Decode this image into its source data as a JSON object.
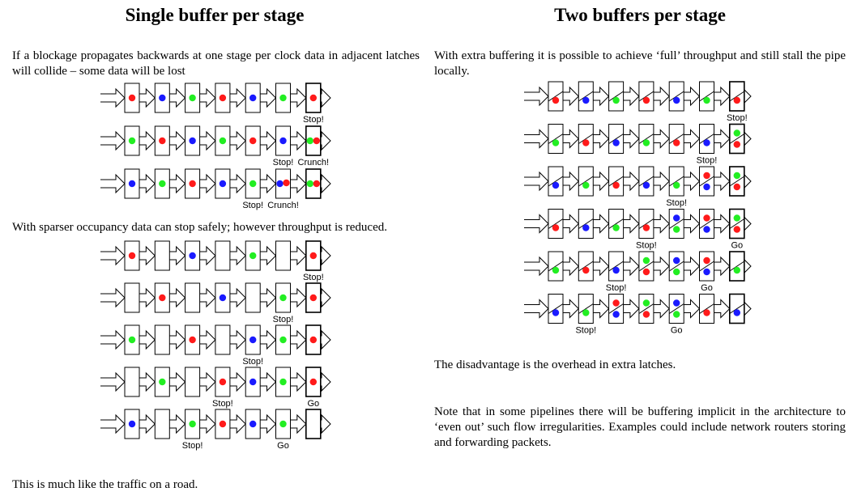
{
  "left": {
    "title": "Single buffer per stage",
    "intro": "If a blockage propagates backwards at one stage per clock data in adjacent latches will collide – some data will be lost",
    "sparse_text": "With sparser occupancy data can stop safely; however throughput is reduced.",
    "footer": "This is much like the traffic on a road."
  },
  "right": {
    "title": "Two buffers per stage",
    "intro": "With extra buffering it is possible to achieve ‘full’ throughput and still stall the pipe locally.",
    "disadvantage": "The disadvantage is the overhead in extra latches.",
    "note": "Note that in some pipelines there will be buffering implicit in the architecture to ‘even out’ such flow irregularities. Examples could include network routers storing and forwarding packets."
  },
  "colors": {
    "red": "#ff1a1a",
    "blue": "#1a1aff",
    "green": "#22ee22"
  },
  "single_collision": [
    {
      "dots": [
        [
          "r"
        ],
        [
          "b"
        ],
        [
          "g"
        ],
        [
          "r"
        ],
        [
          "b"
        ],
        [
          "g"
        ],
        [
          "r"
        ]
      ],
      "labels": [
        {
          "stage": 6,
          "text": "Stop!"
        }
      ]
    },
    {
      "dots": [
        [
          "g"
        ],
        [
          "r"
        ],
        [
          "b"
        ],
        [
          "g"
        ],
        [
          "r"
        ],
        [
          "b"
        ],
        [
          "gr"
        ]
      ],
      "labels": [
        {
          "stage": 5,
          "text": "Stop!"
        },
        {
          "stage": 6,
          "text": "Crunch!"
        }
      ]
    },
    {
      "dots": [
        [
          "b"
        ],
        [
          "g"
        ],
        [
          "r"
        ],
        [
          "b"
        ],
        [
          "g"
        ],
        [
          "br"
        ],
        [
          "gr"
        ]
      ],
      "labels": [
        {
          "stage": 4,
          "text": "Stop!"
        },
        {
          "stage": 5,
          "text": "Crunch!"
        }
      ]
    }
  ],
  "single_sparse": [
    {
      "dots": [
        [
          "r"
        ],
        [],
        [
          "b"
        ],
        [],
        [
          "g"
        ],
        [],
        [
          "r"
        ]
      ],
      "labels": [
        {
          "stage": 6,
          "text": "Stop!"
        }
      ]
    },
    {
      "dots": [
        [],
        [
          "r"
        ],
        [],
        [
          "b"
        ],
        [],
        [
          "g"
        ],
        [
          "r"
        ]
      ],
      "labels": [
        {
          "stage": 5,
          "text": "Stop!"
        }
      ]
    },
    {
      "dots": [
        [
          "g"
        ],
        [],
        [
          "r"
        ],
        [],
        [
          "b"
        ],
        [
          "g"
        ],
        [
          "r"
        ]
      ],
      "labels": [
        {
          "stage": 4,
          "text": "Stop!"
        }
      ]
    },
    {
      "dots": [
        [],
        [
          "g"
        ],
        [],
        [
          "r"
        ],
        [
          "b"
        ],
        [
          "g"
        ],
        [
          "r"
        ]
      ],
      "labels": [
        {
          "stage": 3,
          "text": "Stop!"
        },
        {
          "stage": 6,
          "text": "Go"
        }
      ]
    },
    {
      "dots": [
        [
          "b"
        ],
        [],
        [
          "g"
        ],
        [
          "r"
        ],
        [
          "b"
        ],
        [
          "g"
        ],
        []
      ],
      "labels": [
        {
          "stage": 2,
          "text": "Stop!"
        },
        {
          "stage": 5,
          "text": "Go"
        }
      ]
    }
  ],
  "double": [
    {
      "dots": [
        [
          "r"
        ],
        [
          "b"
        ],
        [
          "g"
        ],
        [
          "r"
        ],
        [
          "b"
        ],
        [
          "g"
        ],
        [
          "r"
        ]
      ],
      "labels": [
        {
          "stage": 6,
          "text": "Stop!"
        }
      ]
    },
    {
      "dots": [
        [
          "g"
        ],
        [
          "r"
        ],
        [
          "b"
        ],
        [
          "g"
        ],
        [
          "r"
        ],
        [
          "b"
        ],
        [
          "gr"
        ]
      ],
      "labels": [
        {
          "stage": 5,
          "text": "Stop!"
        }
      ]
    },
    {
      "dots": [
        [
          "b"
        ],
        [
          "g"
        ],
        [
          "r"
        ],
        [
          "b"
        ],
        [
          "g"
        ],
        [
          "rb"
        ],
        [
          "gr"
        ]
      ],
      "labels": [
        {
          "stage": 4,
          "text": "Stop!"
        }
      ]
    },
    {
      "dots": [
        [
          "r"
        ],
        [
          "b"
        ],
        [
          "g"
        ],
        [
          "r"
        ],
        [
          "bg"
        ],
        [
          "rb"
        ],
        [
          "gr"
        ]
      ],
      "labels": [
        {
          "stage": 3,
          "text": "Stop!"
        },
        {
          "stage": 6,
          "text": "Go"
        }
      ]
    },
    {
      "dots": [
        [
          "g"
        ],
        [
          "r"
        ],
        [
          "b"
        ],
        [
          "gr"
        ],
        [
          "bg"
        ],
        [
          "rb"
        ],
        [
          "g"
        ]
      ],
      "labels": [
        {
          "stage": 2,
          "text": "Stop!"
        },
        {
          "stage": 5,
          "text": "Go"
        }
      ]
    },
    {
      "dots": [
        [
          "b"
        ],
        [
          "g"
        ],
        [
          "rb"
        ],
        [
          "gr"
        ],
        [
          "bg"
        ],
        [
          "r"
        ],
        [
          "b"
        ]
      ],
      "labels": [
        {
          "stage": 1,
          "text": "Stop!"
        },
        {
          "stage": 4,
          "text": "Go"
        }
      ]
    }
  ]
}
